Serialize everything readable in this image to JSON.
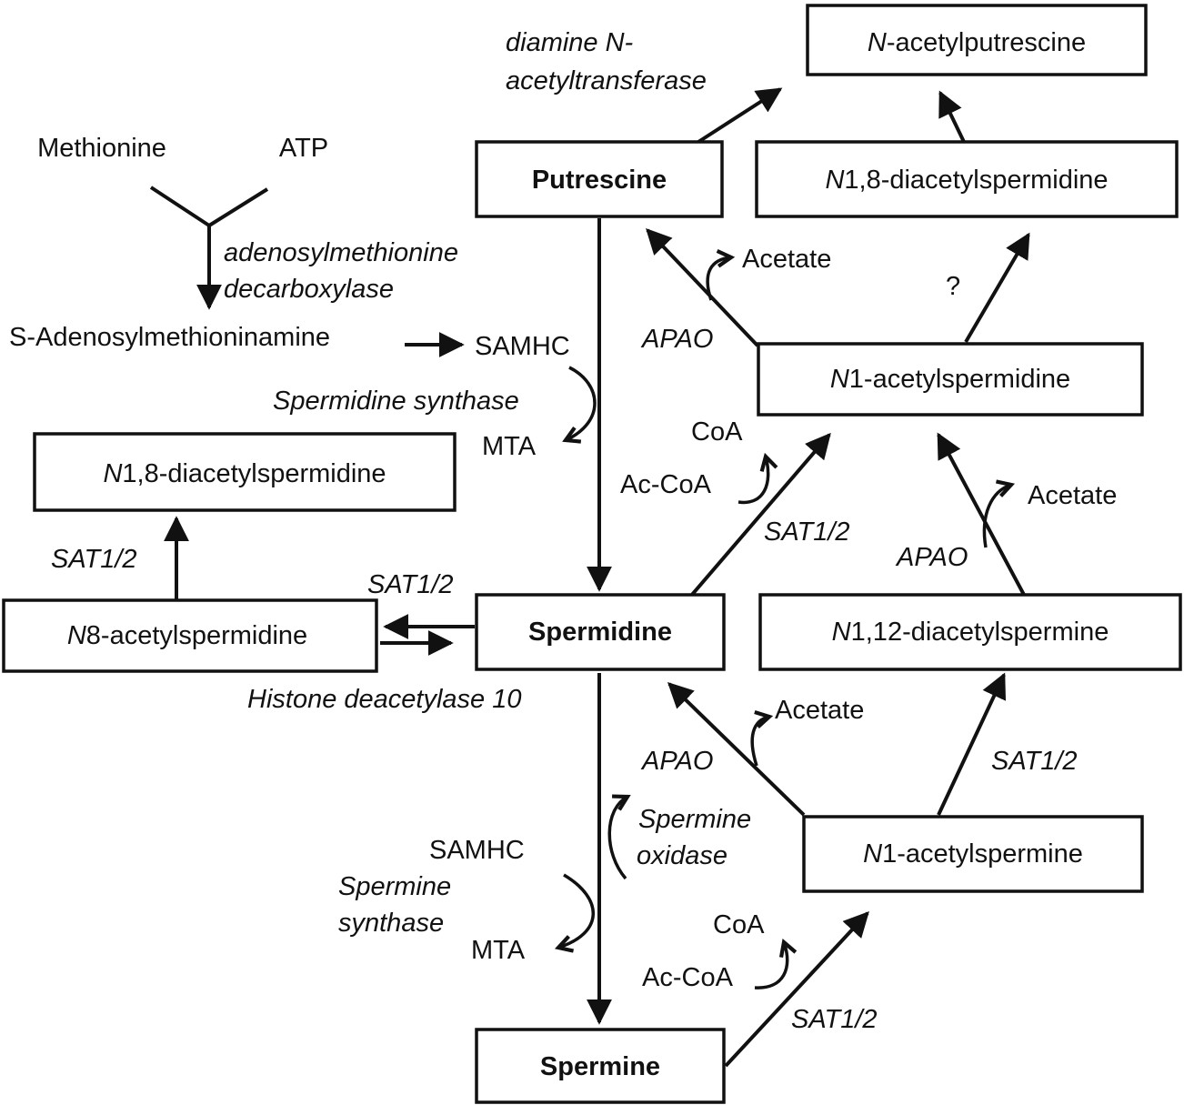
{
  "nodes": {
    "n_acetylputrescine": {
      "prefix": "N",
      "rest": "-acetylputrescine"
    },
    "putrescine": "Putrescine",
    "n18_diacetylspermidine_top": {
      "prefix": "N",
      "rest": "1,8-diacetylspermidine"
    },
    "n1_acetylspermidine": {
      "prefix": "N",
      "rest": "1-acetylspermidine"
    },
    "n18_diacetylspermidine_left": {
      "prefix": "N",
      "rest": "1,8-diacetylspermidine"
    },
    "n8_acetylspermidine": {
      "prefix": "N",
      "rest": "8-acetylspermidine"
    },
    "spermidine": "Spermidine",
    "n112_diacetylspermine": {
      "prefix": "N",
      "rest": "1,12-diacetylspermine"
    },
    "n1_acetylspermine": {
      "prefix": "N",
      "rest": "1-acetylspermine"
    },
    "spermine": "Spermine"
  },
  "metabolites": {
    "methionine": "Methionine",
    "atp": "ATP",
    "s_adenosylmethioninamine": "S-Adenosylmethioninamine",
    "samhc_1": "SAMHC",
    "mta_1": "MTA",
    "samhc_2": "SAMHC",
    "mta_2": "MTA",
    "acetate_1": "Acetate",
    "acetate_2": "Acetate",
    "acetate_3": "Acetate",
    "coa_1": "CoA",
    "accoa_1": "Ac-CoA",
    "coa_2": "CoA",
    "accoa_2": "Ac-CoA",
    "unknown_step": "?"
  },
  "enzymes": {
    "diamine_nat_line1": "diamine N-",
    "diamine_nat_line2": "acetyltransferase",
    "adometdc_line1": "adenosylmethionine",
    "adometdc_line2": "decarboxylase",
    "spermidine_synthase": "Spermidine synthase",
    "sat_n18": "SAT1/2",
    "sat_n8": "SAT1/2",
    "sat_n1spd": "SAT1/2",
    "sat_n112": "SAT1/2",
    "sat_n1spm": "SAT1/2",
    "hdac10": "Histone deacetylase 10",
    "apao_1": "APAO",
    "apao_2": "APAO",
    "apao_3": "APAO",
    "smox_line1": "Spermine",
    "smox_line2": "oxidase",
    "sms_line1": "Spermine",
    "sms_line2": "synthase"
  }
}
